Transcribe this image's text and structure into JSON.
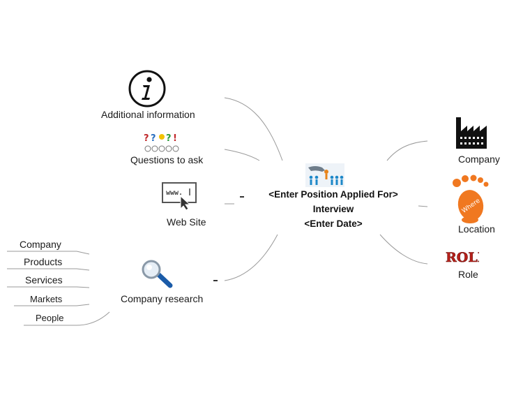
{
  "center": {
    "line1": "<Enter Position Applied For>",
    "line2": "Interview",
    "line3": "<Enter Date>"
  },
  "left_nodes": {
    "additional_info": "Additional information",
    "questions": "Questions to ask",
    "website": "Web Site",
    "company_research": "Company research"
  },
  "right_nodes": {
    "company": "Company",
    "location": "Location",
    "role": "Role"
  },
  "research_items": [
    "Company",
    "Products",
    "Services",
    "Markets",
    "People"
  ],
  "icon_text": {
    "website": "www.",
    "location": "Where",
    "role": "ROLE"
  },
  "colors": {
    "link": "#999999",
    "factory": "#111111",
    "foot": "#f07820",
    "role": "#b8201a",
    "info": "#111111"
  },
  "icons": {
    "additional_info": "info-icon",
    "questions": "question-marks-icon",
    "website": "browser-cursor-icon",
    "company_research": "magnifier-icon",
    "company": "factory-icon",
    "location": "footprint-icon",
    "role": "role-text-icon",
    "center": "interview-people-icon"
  }
}
